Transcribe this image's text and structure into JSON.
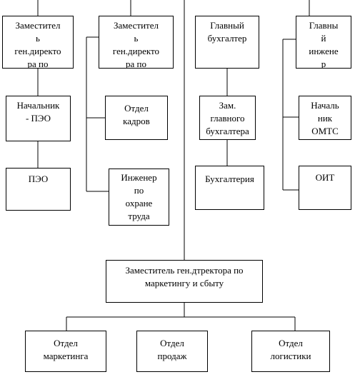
{
  "boxes": {
    "deputy_1": "Заместител\nь\nген.директо\nра по",
    "deputy_2": "Заместител\nь\nген.директо\nра по",
    "chief_accountant": "Главный\nбухгалтер",
    "chief_engineer": "Главны\nй\nинжене\nр",
    "head_peo": "Начальник\n-    ПЭО",
    "hr_department": "Отдел\nкадров",
    "deputy_chief_accountant": "Зам.\nглавного\nбухгалтера",
    "head_omts": "Началь\nник\nОМТС",
    "peo": "ПЭО",
    "labor_safety_engineer": "Инженер\nпо\nохране\nтруда",
    "accounting": "Бухгалтерия",
    "oit": "ОИТ",
    "deputy_marketing": "Заместитель ген.дтректора по\nмаркетингу и сбыту",
    "marketing_department": "Отдел\nмаркетинга",
    "sales_department": "Отдел\nпродаж",
    "logistics_department": "Отдел\nлогистики"
  },
  "colors": {
    "line": "#000000",
    "box_border": "#000000",
    "background": "#ffffff"
  }
}
